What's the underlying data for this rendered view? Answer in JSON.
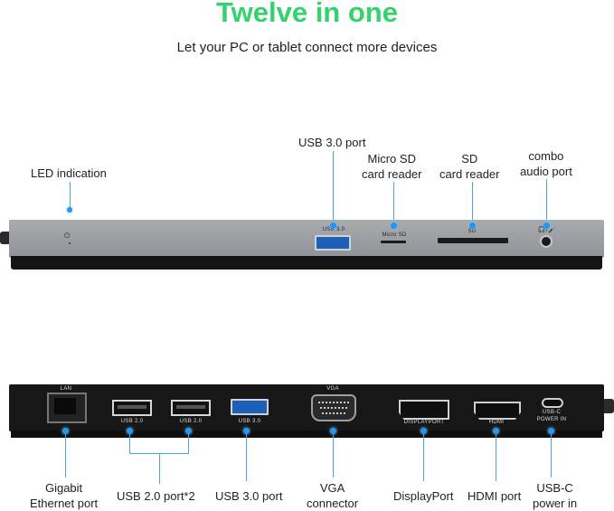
{
  "title": "Twelve in one",
  "subtitle": "Let your PC or tablet connect more devices",
  "top_labels": {
    "led": [
      "LED indication"
    ],
    "usb3": [
      "USB 3.0 port"
    ],
    "microsd": [
      "Micro SD",
      "card reader"
    ],
    "sd": [
      "SD",
      "card reader"
    ],
    "audio": [
      "combo",
      "audio port"
    ]
  },
  "top_port_text": {
    "usb3": "USB 3.0",
    "microsd": "Micro SD",
    "sd": "SD",
    "power_icon": "⏻",
    "audio_icon": "🎧/🎤"
  },
  "bottom_port_text": {
    "lan": "LAN",
    "usb2a": "USB 2.0",
    "usb2b": "USB 2.0",
    "usb3": "USB 3.0",
    "vga": "VGA",
    "dp": "DISPLAYPORT",
    "hdmi": "HDMI",
    "usbc": [
      "USB-C",
      "POWER IN"
    ]
  },
  "bottom_labels": {
    "ethernet": [
      "Gigabit",
      "Ethernet port"
    ],
    "usb2": [
      "USB 2.0 port*2"
    ],
    "usb3": [
      "USB 3.0 port"
    ],
    "vga": [
      "VGA",
      "connector"
    ],
    "dp": [
      "DisplayPort"
    ],
    "hdmi": [
      "HDMI port"
    ],
    "usbc": [
      "USB-C",
      "power in"
    ]
  },
  "colors": {
    "title": "#33d36b",
    "accent": "#2196f3",
    "usb3_blue": "#1e5fb8"
  }
}
